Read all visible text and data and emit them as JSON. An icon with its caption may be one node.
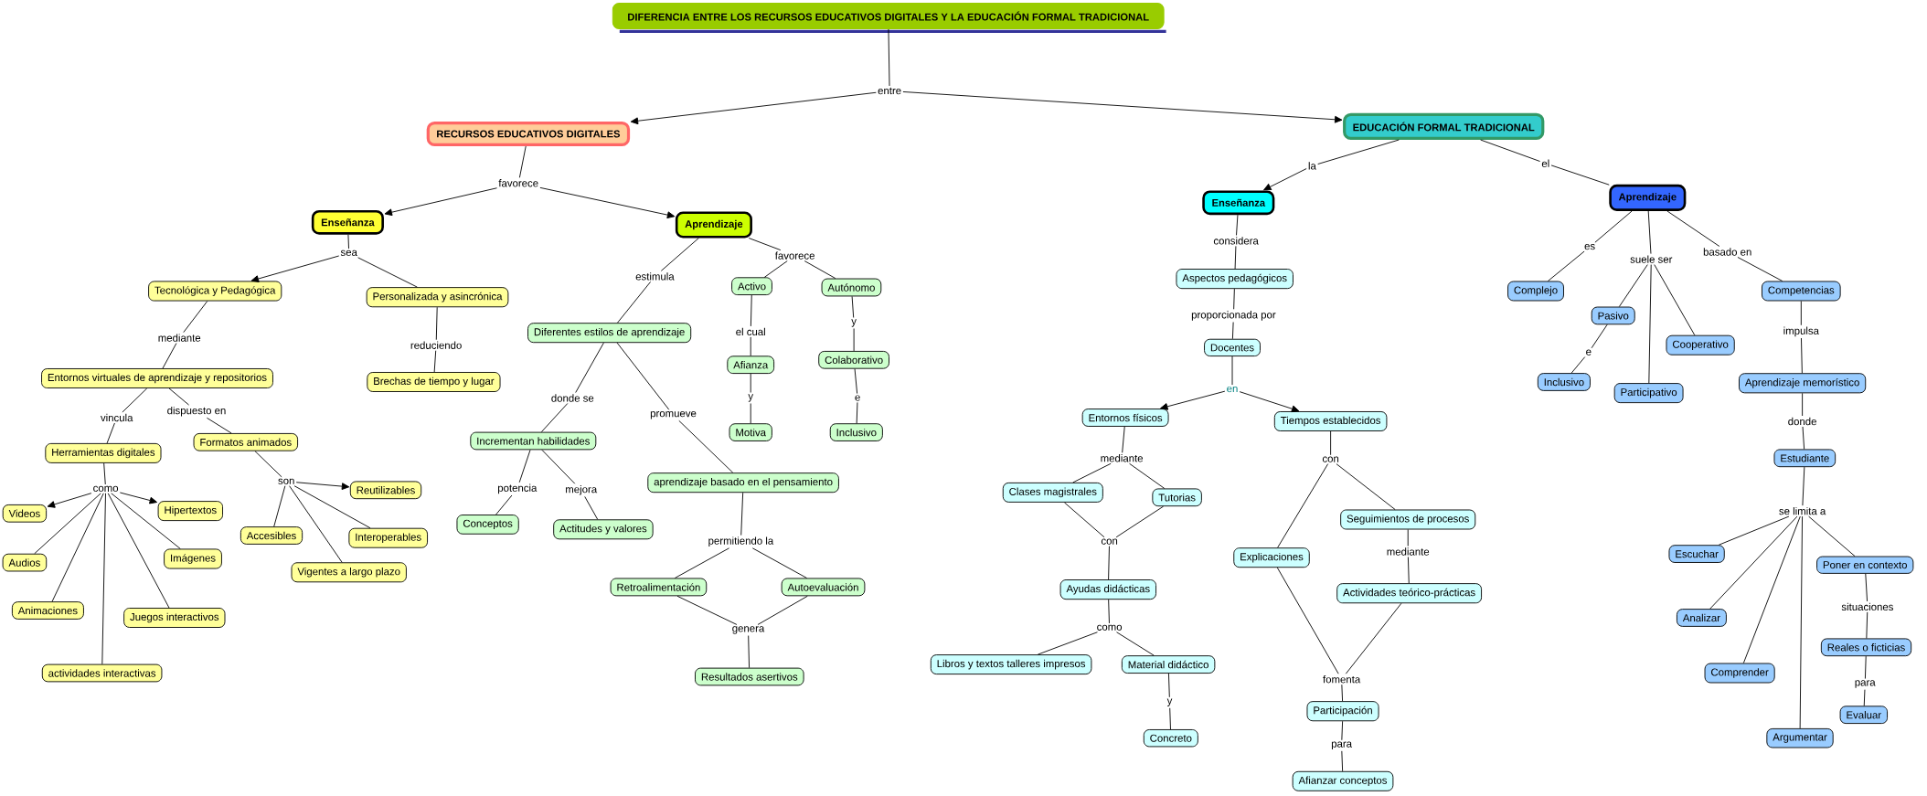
{
  "diagram": {
    "nodes": [
      {
        "text": [
          "DIFERENCIA ENTRE LOS RECURSOS EDUCATIVOS DIGITALES Y LA EDUCACIÓN FORMAL TRADICIONAL"
        ]
      },
      {
        "text": [
          "entre"
        ]
      },
      {
        "text": [
          "RECURSOS EDUCATIVOS DIGITALES"
        ]
      },
      {
        "text": [
          "EDUCACIÓN FORMAL TRADICIONAL"
        ]
      },
      {
        "text": [
          "favorece"
        ]
      },
      {
        "text": [
          "Enseñanza"
        ]
      },
      {
        "text": [
          "Aprendizaje"
        ]
      },
      {
        "text": [
          "sea"
        ]
      },
      {
        "text": [
          "Tecnológica y Pedagógica"
        ]
      },
      {
        "text": [
          "Personalizada y asincrónica"
        ]
      },
      {
        "text": [
          "mediante"
        ]
      },
      {
        "text": [
          "reduciendo"
        ]
      },
      {
        "text": [
          "Entornos virtuales de aprendizaje y repositorios"
        ]
      },
      {
        "text": [
          "Brechas de tiempo y lugar"
        ]
      },
      {
        "text": [
          "vincula"
        ]
      },
      {
        "text": [
          "dispuesto en"
        ]
      },
      {
        "text": [
          "Herramientas digitales"
        ]
      },
      {
        "text": [
          "Formatos animados"
        ]
      },
      {
        "text": [
          "como"
        ]
      },
      {
        "text": [
          "son"
        ]
      },
      {
        "text": [
          "Videos"
        ]
      },
      {
        "text": [
          "Hipertextos"
        ]
      },
      {
        "text": [
          "Reutilizables"
        ]
      },
      {
        "text": [
          "Audios"
        ]
      },
      {
        "text": [
          "Imágenes"
        ]
      },
      {
        "text": [
          "Accesibles"
        ]
      },
      {
        "text": [
          "Interoperables"
        ]
      },
      {
        "text": [
          "Animaciones"
        ]
      },
      {
        "text": [
          "Juegos interactivos"
        ]
      },
      {
        "text": [
          "Vigentes a largo plazo"
        ]
      },
      {
        "text": [
          "actividades interactivas"
        ]
      },
      {
        "text": [
          "estimula"
        ]
      },
      {
        "text": [
          "favorece"
        ]
      },
      {
        "text": [
          "Activo"
        ]
      },
      {
        "text": [
          "Autónomo"
        ]
      },
      {
        "text": [
          "Diferentes estilos de aprendizaje"
        ]
      },
      {
        "text": [
          "el cual"
        ]
      },
      {
        "text": [
          "y"
        ]
      },
      {
        "text": [
          "Afianza"
        ]
      },
      {
        "text": [
          "Colaborativo"
        ]
      },
      {
        "text": [
          "donde se"
        ]
      },
      {
        "text": [
          "promueve"
        ]
      },
      {
        "text": [
          "y"
        ]
      },
      {
        "text": [
          "e"
        ]
      },
      {
        "text": [
          "Motiva"
        ]
      },
      {
        "text": [
          "Inclusivo"
        ]
      },
      {
        "text": [
          "Incrementan habilidades"
        ]
      },
      {
        "text": [
          "aprendizaje basado en el pensamiento"
        ]
      },
      {
        "text": [
          "potencia"
        ]
      },
      {
        "text": [
          "mejora"
        ]
      },
      {
        "text": [
          "Conceptos"
        ]
      },
      {
        "text": [
          "Actitudes y valores"
        ]
      },
      {
        "text": [
          "permitiendo la"
        ]
      },
      {
        "text": [
          "Retroalimentación"
        ]
      },
      {
        "text": [
          "Autoevaluación"
        ]
      },
      {
        "text": [
          "genera"
        ]
      },
      {
        "text": [
          "Resultados asertivos"
        ]
      },
      {
        "text": [
          "Enseñanza"
        ]
      },
      {
        "text": [
          "la"
        ]
      },
      {
        "text": [
          "el"
        ]
      },
      {
        "text": [
          "Aprendizaje"
        ]
      },
      {
        "text": [
          "considera"
        ]
      },
      {
        "text": [
          "Aspectos pedagógicos"
        ]
      },
      {
        "text": [
          "proporcionada por"
        ]
      },
      {
        "text": [
          "Docentes"
        ]
      },
      {
        "text": [
          "en"
        ]
      },
      {
        "text": [
          "Entornos físicos"
        ]
      },
      {
        "text": [
          "Tiempos establecidos"
        ]
      },
      {
        "text": [
          "mediante"
        ]
      },
      {
        "text": [
          "con"
        ]
      },
      {
        "text": [
          "Clases magistrales"
        ]
      },
      {
        "text": [
          "Tutorias"
        ]
      },
      {
        "text": [
          "Seguimientos de procesos"
        ]
      },
      {
        "text": [
          "Explicaciones"
        ]
      },
      {
        "text": [
          "con"
        ]
      },
      {
        "text": [
          "mediante"
        ]
      },
      {
        "text": [
          "Ayudas didácticas"
        ]
      },
      {
        "text": [
          "Actividades teórico-prácticas"
        ]
      },
      {
        "text": [
          "como"
        ]
      },
      {
        "text": [
          "Libros y textos talleres impresos"
        ]
      },
      {
        "text": [
          "Material didáctico"
        ]
      },
      {
        "text": [
          "y"
        ]
      },
      {
        "text": [
          "Concreto"
        ]
      },
      {
        "text": [
          "fomenta"
        ]
      },
      {
        "text": [
          "Participación"
        ]
      },
      {
        "text": [
          "para"
        ]
      },
      {
        "text": [
          "Afianzar conceptos"
        ]
      },
      {
        "text": [
          "es"
        ]
      },
      {
        "text": [
          "suele ser"
        ]
      },
      {
        "text": [
          "basado en"
        ]
      },
      {
        "text": [
          "Complejo"
        ]
      },
      {
        "text": [
          "Pasivo"
        ]
      },
      {
        "text": [
          "Competencias"
        ]
      },
      {
        "text": [
          "Cooperativo"
        ]
      },
      {
        "text": [
          "e"
        ]
      },
      {
        "text": [
          "impulsa"
        ]
      },
      {
        "text": [
          "Inclusivo"
        ]
      },
      {
        "text": [
          "Participativo"
        ]
      },
      {
        "text": [
          "Aprendizaje memorístico"
        ]
      },
      {
        "text": [
          "donde"
        ]
      },
      {
        "text": [
          "Estudiante"
        ]
      },
      {
        "text": [
          "se limita a"
        ]
      },
      {
        "text": [
          "Escuchar"
        ]
      },
      {
        "text": [
          "Poner en contexto"
        ]
      },
      {
        "text": [
          "Analizar"
        ]
      },
      {
        "text": [
          "situaciones"
        ]
      },
      {
        "text": [
          "Reales o ficticias"
        ]
      },
      {
        "text": [
          "Comprender"
        ]
      },
      {
        "text": [
          "para"
        ]
      },
      {
        "text": [
          "Evaluar"
        ]
      },
      {
        "text": [
          "Argumentar"
        ]
      }
    ],
    "edges": [
      {
        "from": 0,
        "to": 1,
        "arrow": "none"
      },
      {
        "from": 1,
        "to": 2,
        "arrow": "to"
      },
      {
        "from": 1,
        "to": 3,
        "arrow": "to"
      },
      {
        "from": 2,
        "to": 4,
        "arrow": "none"
      },
      {
        "from": 4,
        "to": 5,
        "arrow": "to"
      },
      {
        "from": 4,
        "to": 6,
        "arrow": "to"
      },
      {
        "from": 5,
        "to": 7,
        "arrow": "none"
      },
      {
        "from": 7,
        "to": 8,
        "arrow": "to"
      },
      {
        "from": 7,
        "to": 9,
        "arrow": "none"
      },
      {
        "from": 8,
        "to": 10,
        "arrow": "none"
      },
      {
        "from": 10,
        "to": 12,
        "arrow": "none"
      },
      {
        "from": 9,
        "to": 11,
        "arrow": "none"
      },
      {
        "from": 11,
        "to": 13,
        "arrow": "none"
      },
      {
        "from": 12,
        "to": 14,
        "arrow": "none"
      },
      {
        "from": 14,
        "to": 16,
        "arrow": "none"
      },
      {
        "from": 12,
        "to": 15,
        "arrow": "none"
      },
      {
        "from": 15,
        "to": 17,
        "arrow": "none"
      },
      {
        "from": 16,
        "to": 18,
        "arrow": "none"
      },
      {
        "from": 18,
        "to": 20,
        "arrow": "to"
      },
      {
        "from": 18,
        "to": 21,
        "arrow": "to"
      },
      {
        "from": 18,
        "to": 23,
        "arrow": "none"
      },
      {
        "from": 18,
        "to": 24,
        "arrow": "none"
      },
      {
        "from": 18,
        "to": 27,
        "arrow": "none"
      },
      {
        "from": 18,
        "to": 28,
        "arrow": "none"
      },
      {
        "from": 18,
        "to": 30,
        "arrow": "none"
      },
      {
        "from": 17,
        "to": 19,
        "arrow": "none"
      },
      {
        "from": 19,
        "to": 22,
        "arrow": "to"
      },
      {
        "from": 19,
        "to": 25,
        "arrow": "none"
      },
      {
        "from": 19,
        "to": 26,
        "arrow": "none"
      },
      {
        "from": 19,
        "to": 29,
        "arrow": "none"
      },
      {
        "from": 6,
        "to": 31,
        "arrow": "none"
      },
      {
        "from": 31,
        "to": 35,
        "arrow": "none"
      },
      {
        "from": 6,
        "to": 32,
        "arrow": "none"
      },
      {
        "from": 32,
        "to": 33,
        "arrow": "none"
      },
      {
        "from": 32,
        "to": 34,
        "arrow": "none"
      },
      {
        "from": 33,
        "to": 36,
        "arrow": "none"
      },
      {
        "from": 36,
        "to": 38,
        "arrow": "none"
      },
      {
        "from": 38,
        "to": 42,
        "arrow": "none"
      },
      {
        "from": 42,
        "to": 44,
        "arrow": "none"
      },
      {
        "from": 34,
        "to": 37,
        "arrow": "none"
      },
      {
        "from": 37,
        "to": 39,
        "arrow": "none"
      },
      {
        "from": 39,
        "to": 43,
        "arrow": "none"
      },
      {
        "from": 43,
        "to": 45,
        "arrow": "none"
      },
      {
        "from": 35,
        "to": 40,
        "arrow": "none"
      },
      {
        "from": 40,
        "to": 46,
        "arrow": "none"
      },
      {
        "from": 35,
        "to": 41,
        "arrow": "none"
      },
      {
        "from": 41,
        "to": 47,
        "arrow": "none"
      },
      {
        "from": 46,
        "to": 48,
        "arrow": "none"
      },
      {
        "from": 48,
        "to": 50,
        "arrow": "none"
      },
      {
        "from": 46,
        "to": 49,
        "arrow": "none"
      },
      {
        "from": 49,
        "to": 51,
        "arrow": "none"
      },
      {
        "from": 47,
        "to": 52,
        "arrow": "none"
      },
      {
        "from": 52,
        "to": 53,
        "arrow": "none"
      },
      {
        "from": 52,
        "to": 54,
        "arrow": "none"
      },
      {
        "from": 53,
        "to": 55,
        "arrow": "none"
      },
      {
        "from": 54,
        "to": 55,
        "arrow": "none"
      },
      {
        "from": 55,
        "to": 56,
        "arrow": "none"
      },
      {
        "from": 3,
        "to": 58,
        "arrow": "none"
      },
      {
        "from": 58,
        "to": 57,
        "arrow": "to"
      },
      {
        "from": 3,
        "to": 59,
        "arrow": "none"
      },
      {
        "from": 59,
        "to": 60,
        "arrow": "none"
      },
      {
        "from": 57,
        "to": 61,
        "arrow": "none"
      },
      {
        "from": 61,
        "to": 62,
        "arrow": "none"
      },
      {
        "from": 62,
        "to": 63,
        "arrow": "none"
      },
      {
        "from": 63,
        "to": 64,
        "arrow": "none"
      },
      {
        "from": 64,
        "to": 65,
        "arrow": "none"
      },
      {
        "from": 65,
        "to": 66,
        "arrow": "to"
      },
      {
        "from": 65,
        "to": 67,
        "arrow": "to"
      },
      {
        "from": 66,
        "to": 68,
        "arrow": "none"
      },
      {
        "from": 68,
        "to": 70,
        "arrow": "none"
      },
      {
        "from": 68,
        "to": 71,
        "arrow": "none"
      },
      {
        "from": 70,
        "to": 74,
        "arrow": "none"
      },
      {
        "from": 71,
        "to": 74,
        "arrow": "none"
      },
      {
        "from": 74,
        "to": 76,
        "arrow": "none"
      },
      {
        "from": 76,
        "to": 78,
        "arrow": "none"
      },
      {
        "from": 78,
        "to": 79,
        "arrow": "none"
      },
      {
        "from": 78,
        "to": 80,
        "arrow": "none"
      },
      {
        "from": 80,
        "to": 81,
        "arrow": "none"
      },
      {
        "from": 81,
        "to": 82,
        "arrow": "none"
      },
      {
        "from": 67,
        "to": 69,
        "arrow": "none"
      },
      {
        "from": 69,
        "to": 73,
        "arrow": "none"
      },
      {
        "from": 69,
        "to": 72,
        "arrow": "none"
      },
      {
        "from": 72,
        "to": 75,
        "arrow": "none"
      },
      {
        "from": 75,
        "to": 77,
        "arrow": "none"
      },
      {
        "from": 73,
        "to": 83,
        "arrow": "none"
      },
      {
        "from": 77,
        "to": 83,
        "arrow": "none"
      },
      {
        "from": 83,
        "to": 84,
        "arrow": "none"
      },
      {
        "from": 84,
        "to": 85,
        "arrow": "none"
      },
      {
        "from": 85,
        "to": 86,
        "arrow": "none"
      },
      {
        "from": 60,
        "to": 87,
        "arrow": "none"
      },
      {
        "from": 87,
        "to": 90,
        "arrow": "none"
      },
      {
        "from": 60,
        "to": 88,
        "arrow": "none"
      },
      {
        "from": 88,
        "to": 91,
        "arrow": "none"
      },
      {
        "from": 88,
        "to": 97,
        "arrow": "none"
      },
      {
        "from": 88,
        "to": 93,
        "arrow": "none"
      },
      {
        "from": 60,
        "to": 89,
        "arrow": "none"
      },
      {
        "from": 89,
        "to": 92,
        "arrow": "none"
      },
      {
        "from": 91,
        "to": 94,
        "arrow": "none"
      },
      {
        "from": 94,
        "to": 96,
        "arrow": "none"
      },
      {
        "from": 92,
        "to": 95,
        "arrow": "none"
      },
      {
        "from": 95,
        "to": 98,
        "arrow": "none"
      },
      {
        "from": 98,
        "to": 99,
        "arrow": "none"
      },
      {
        "from": 99,
        "to": 100,
        "arrow": "none"
      },
      {
        "from": 100,
        "to": 101,
        "arrow": "none"
      },
      {
        "from": 101,
        "to": 102,
        "arrow": "none"
      },
      {
        "from": 101,
        "to": 104,
        "arrow": "none"
      },
      {
        "from": 101,
        "to": 107,
        "arrow": "none"
      },
      {
        "from": 101,
        "to": 110,
        "arrow": "none"
      },
      {
        "from": 101,
        "to": 103,
        "arrow": "none"
      },
      {
        "from": 103,
        "to": 105,
        "arrow": "none"
      },
      {
        "from": 105,
        "to": 106,
        "arrow": "none"
      },
      {
        "from": 106,
        "to": 108,
        "arrow": "none"
      },
      {
        "from": 108,
        "to": 109,
        "arrow": "none"
      }
    ]
  }
}
